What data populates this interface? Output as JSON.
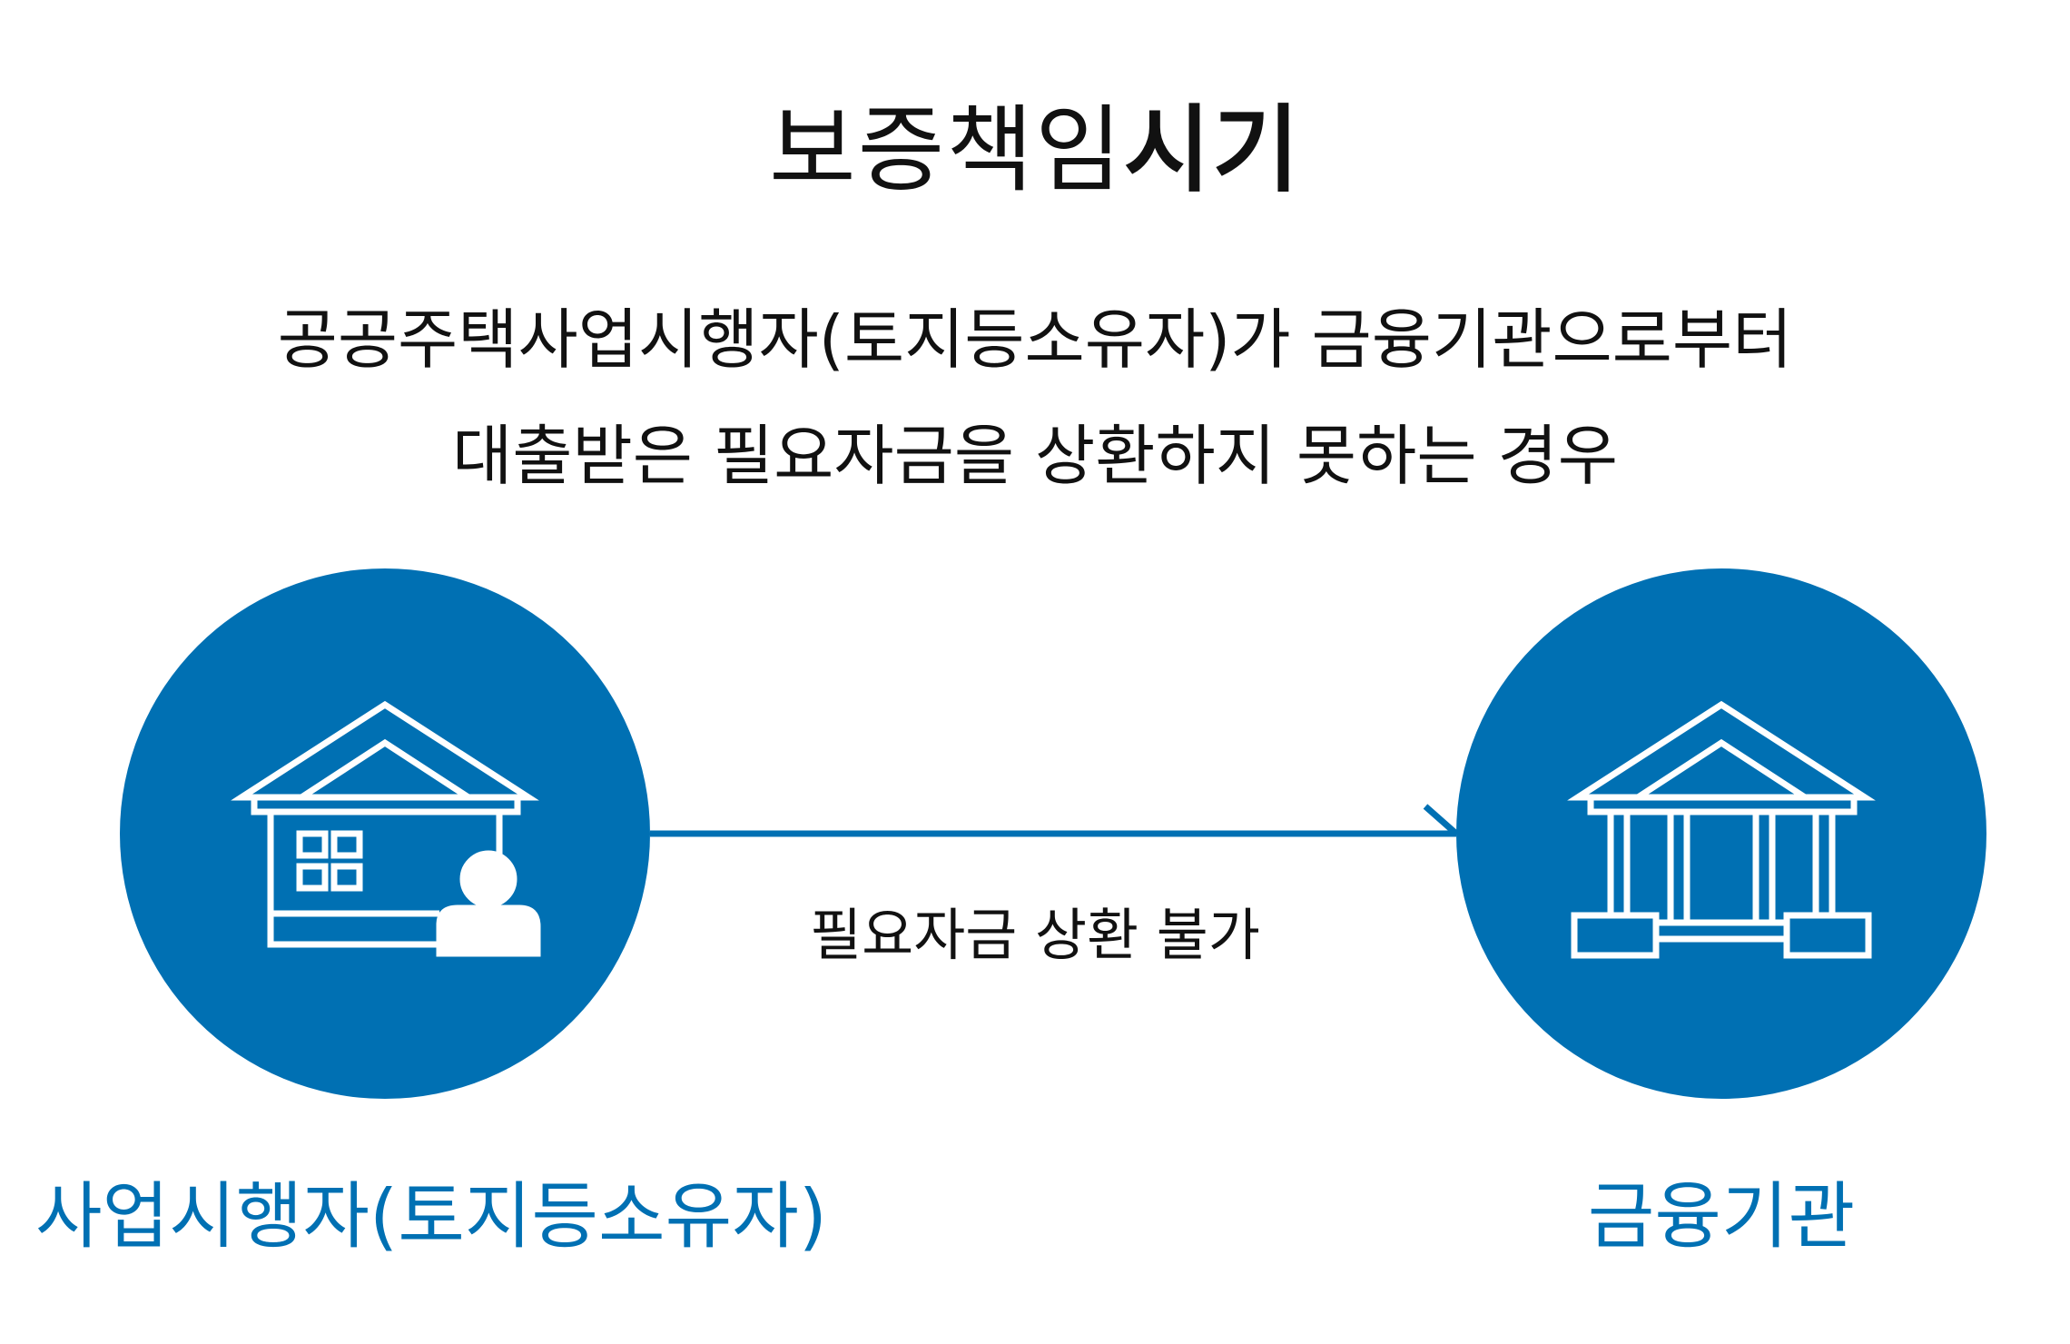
{
  "title": {
    "regular": "보증책임",
    "bold": "시기"
  },
  "description": {
    "line1": "공공주택사업시행자(토지등소유자)가 금융기관으로부터",
    "line2": "대출받은 필요자금을 상환하지 못하는 경우"
  },
  "arrow": {
    "label": "필요자금 상환 불가"
  },
  "nodes": {
    "left": {
      "label": "사업시행자(토지등소유자)",
      "icon": "house-with-person-icon"
    },
    "right": {
      "label": "금융기관",
      "icon": "bank-building-icon"
    }
  },
  "colors": {
    "accent": "#0070b3",
    "text": "#111111",
    "icon_stroke": "#ffffff"
  }
}
